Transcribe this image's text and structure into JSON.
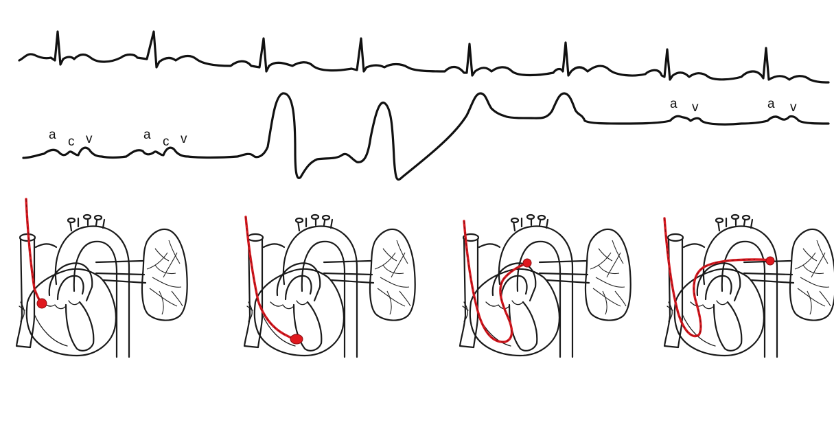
{
  "waveform_labels": {
    "right_atrium": [
      "a",
      "c",
      "v",
      "a",
      "c",
      "v"
    ],
    "wedge": [
      "a",
      "v",
      "a",
      "v"
    ]
  },
  "colors": {
    "ink": "#111111",
    "catheter": "#d71920",
    "balloon": "#e0191f",
    "background": "#ffffff"
  },
  "panels": [
    {
      "catheter_position": "right atrium"
    },
    {
      "catheter_position": "right ventricle"
    },
    {
      "catheter_position": "pulmonary artery"
    },
    {
      "catheter_position": "pulmonary capillary wedge"
    }
  ]
}
